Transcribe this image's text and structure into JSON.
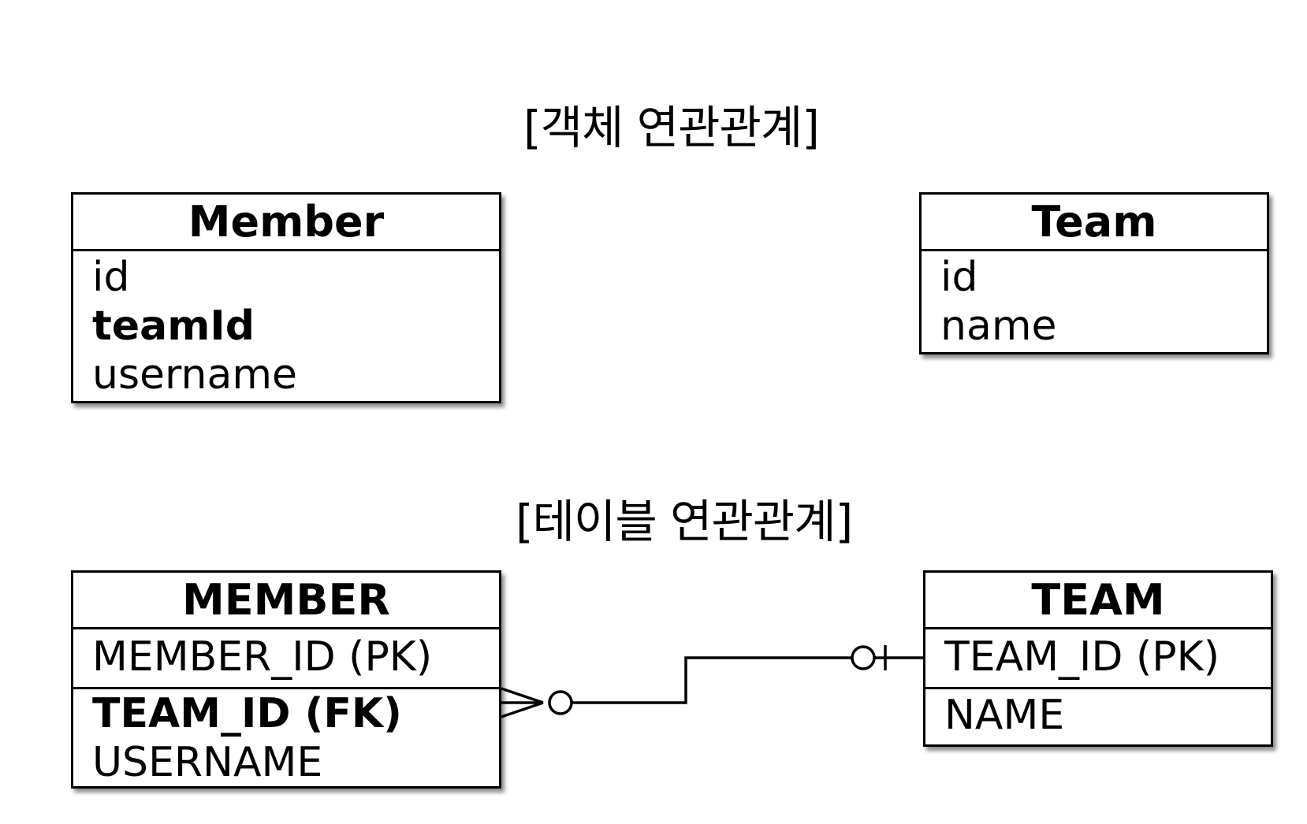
{
  "titles": {
    "object": "[객체 연관관계]",
    "table": "[테이블 연관관계]"
  },
  "object_model": {
    "member": {
      "name": "Member",
      "attributes": [
        "id",
        "teamId",
        "username"
      ]
    },
    "team": {
      "name": "Team",
      "attributes": [
        "id",
        "name"
      ]
    }
  },
  "table_model": {
    "member": {
      "name": "MEMBER",
      "pk": "MEMBER_ID (PK)",
      "fk": "TEAM_ID (FK)",
      "other": "USERNAME"
    },
    "team": {
      "name": "TEAM",
      "pk": "TEAM_ID (PK)",
      "other": "NAME"
    }
  },
  "relationship": {
    "from": "MEMBER",
    "to": "TEAM",
    "from_end": "zero-or-many",
    "to_end": "zero-or-one"
  }
}
